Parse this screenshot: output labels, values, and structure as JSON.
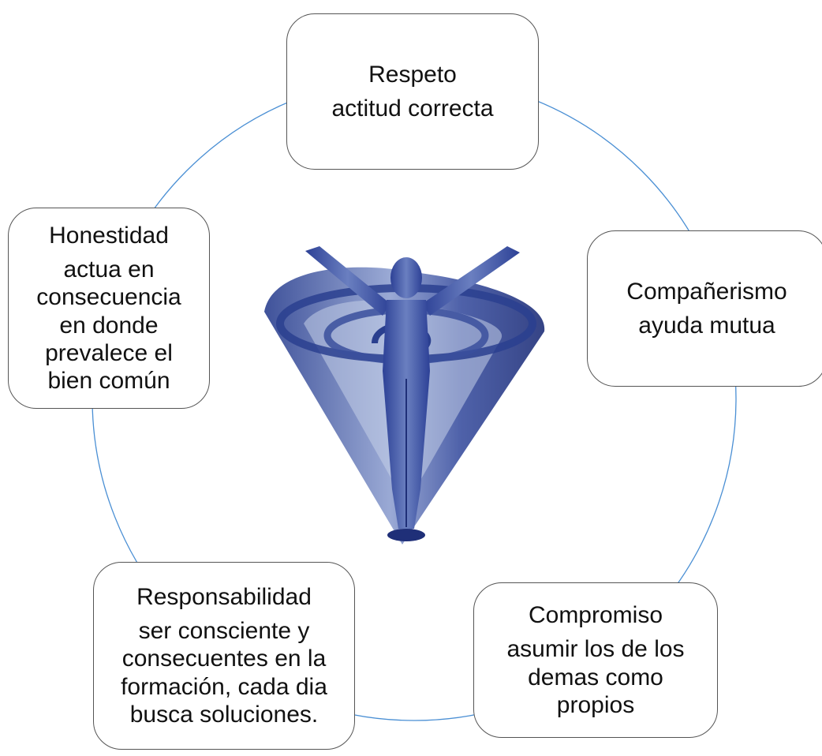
{
  "colors": {
    "ring": "#4a8fd4",
    "node_border": "#555555",
    "logo_blue": "#2a3f8f",
    "logo_light": "#7f93c8"
  },
  "nodes": {
    "respeto": {
      "title": "Respeto",
      "description": "actitud correcta"
    },
    "companerismo": {
      "title": "Compañerismo",
      "description": "ayuda mutua"
    },
    "compromiso": {
      "title": "Compromiso",
      "description": "asumir los de los\ndemas como\npropios"
    },
    "responsabilidad": {
      "title": "Responsabilidad",
      "description": "ser consciente y\nconsecuentes en la\nformación, cada dia\nbusca soluciones."
    },
    "honestidad": {
      "title": "Honestidad",
      "description": "actua en\nconsecuencia\nen donde\nprevalece el\nbien común"
    }
  },
  "center_image": {
    "icon": "human-figure-spiral-logo"
  }
}
